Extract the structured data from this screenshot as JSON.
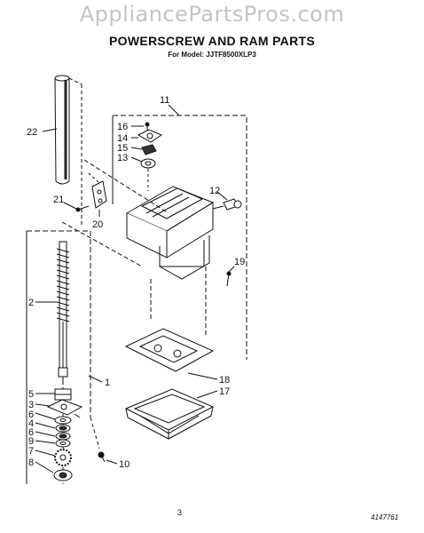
{
  "watermark": "AppliancePartsPros.com",
  "title": "POWERSCREW AND RAM PARTS",
  "model_line": "For Model: JJTF8500XLP3",
  "page_number": "3",
  "reference_code": "4147761",
  "callouts": {
    "c1": "1",
    "c2": "2",
    "c3": "3",
    "c4": "4",
    "c5": "5",
    "c6a": "6",
    "c6b": "6",
    "c7": "7",
    "c8": "8",
    "c9": "9",
    "c10": "10",
    "c11": "11",
    "c12": "12",
    "c13": "13",
    "c14": "14",
    "c15": "15",
    "c16": "16",
    "c17": "17",
    "c18": "18",
    "c19": "19",
    "c20": "20",
    "c21": "21",
    "c22": "22"
  }
}
